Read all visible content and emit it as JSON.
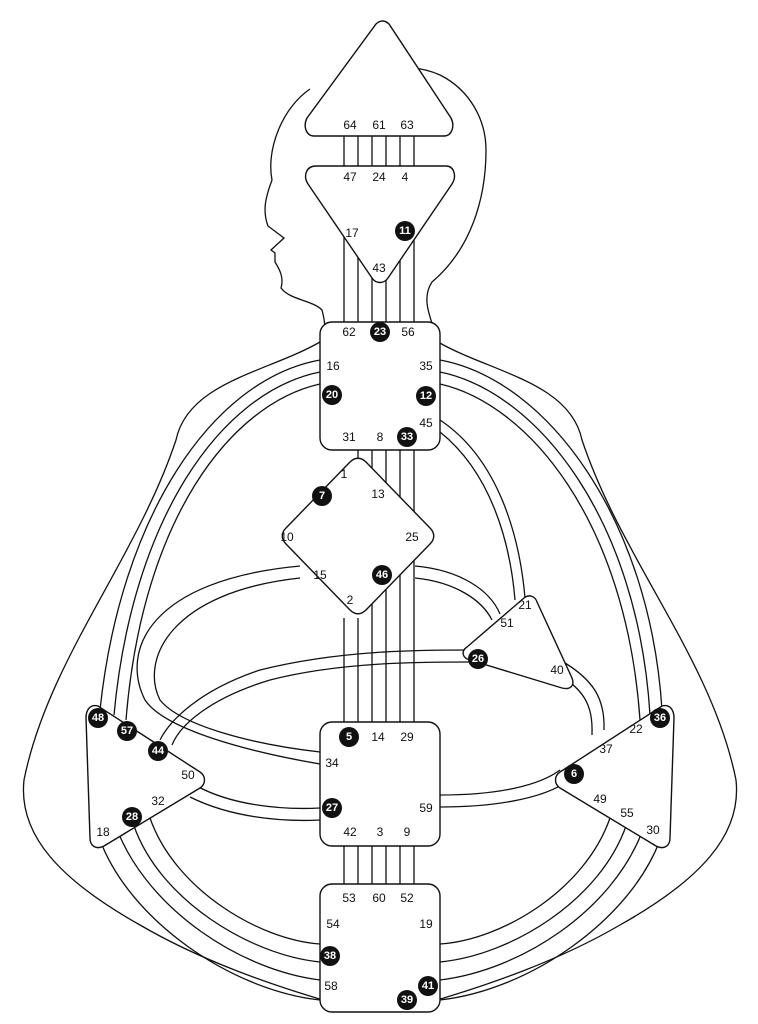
{
  "bodygraph": {
    "centers": [
      {
        "name": "head",
        "gates": [
          {
            "n": "64",
            "active": false
          },
          {
            "n": "61",
            "active": false
          },
          {
            "n": "63",
            "active": false
          }
        ]
      },
      {
        "name": "ajna",
        "gates": [
          {
            "n": "47",
            "active": false
          },
          {
            "n": "24",
            "active": false
          },
          {
            "n": "4",
            "active": false
          },
          {
            "n": "17",
            "active": false
          },
          {
            "n": "11",
            "active": true
          },
          {
            "n": "43",
            "active": false
          }
        ]
      },
      {
        "name": "throat",
        "gates": [
          {
            "n": "62",
            "active": false
          },
          {
            "n": "23",
            "active": true
          },
          {
            "n": "56",
            "active": false
          },
          {
            "n": "16",
            "active": false
          },
          {
            "n": "35",
            "active": false
          },
          {
            "n": "20",
            "active": true
          },
          {
            "n": "12",
            "active": true
          },
          {
            "n": "31",
            "active": false
          },
          {
            "n": "8",
            "active": false
          },
          {
            "n": "33",
            "active": true
          },
          {
            "n": "45",
            "active": false
          }
        ]
      },
      {
        "name": "g",
        "gates": [
          {
            "n": "1",
            "active": false
          },
          {
            "n": "13",
            "active": false
          },
          {
            "n": "7",
            "active": true
          },
          {
            "n": "10",
            "active": false
          },
          {
            "n": "25",
            "active": false
          },
          {
            "n": "15",
            "active": false
          },
          {
            "n": "46",
            "active": true
          },
          {
            "n": "2",
            "active": false
          }
        ]
      },
      {
        "name": "heart",
        "gates": [
          {
            "n": "21",
            "active": false
          },
          {
            "n": "51",
            "active": false
          },
          {
            "n": "26",
            "active": true
          },
          {
            "n": "40",
            "active": false
          }
        ]
      },
      {
        "name": "sacral",
        "gates": [
          {
            "n": "5",
            "active": true
          },
          {
            "n": "14",
            "active": false
          },
          {
            "n": "29",
            "active": false
          },
          {
            "n": "34",
            "active": false
          },
          {
            "n": "27",
            "active": true
          },
          {
            "n": "59",
            "active": false
          },
          {
            "n": "42",
            "active": false
          },
          {
            "n": "3",
            "active": false
          },
          {
            "n": "9",
            "active": false
          }
        ]
      },
      {
        "name": "spleen",
        "gates": [
          {
            "n": "48",
            "active": true
          },
          {
            "n": "57",
            "active": true
          },
          {
            "n": "44",
            "active": true
          },
          {
            "n": "50",
            "active": false
          },
          {
            "n": "32",
            "active": false
          },
          {
            "n": "28",
            "active": true
          },
          {
            "n": "18",
            "active": false
          }
        ]
      },
      {
        "name": "solar-plexus",
        "gates": [
          {
            "n": "36",
            "active": true
          },
          {
            "n": "22",
            "active": false
          },
          {
            "n": "37",
            "active": false
          },
          {
            "n": "6",
            "active": true
          },
          {
            "n": "49",
            "active": false
          },
          {
            "n": "55",
            "active": false
          },
          {
            "n": "30",
            "active": false
          }
        ]
      },
      {
        "name": "root",
        "gates": [
          {
            "n": "53",
            "active": false
          },
          {
            "n": "60",
            "active": false
          },
          {
            "n": "52",
            "active": false
          },
          {
            "n": "54",
            "active": false
          },
          {
            "n": "19",
            "active": false
          },
          {
            "n": "38",
            "active": true
          },
          {
            "n": "58",
            "active": false
          },
          {
            "n": "41",
            "active": true
          },
          {
            "n": "39",
            "active": true
          }
        ]
      }
    ]
  }
}
